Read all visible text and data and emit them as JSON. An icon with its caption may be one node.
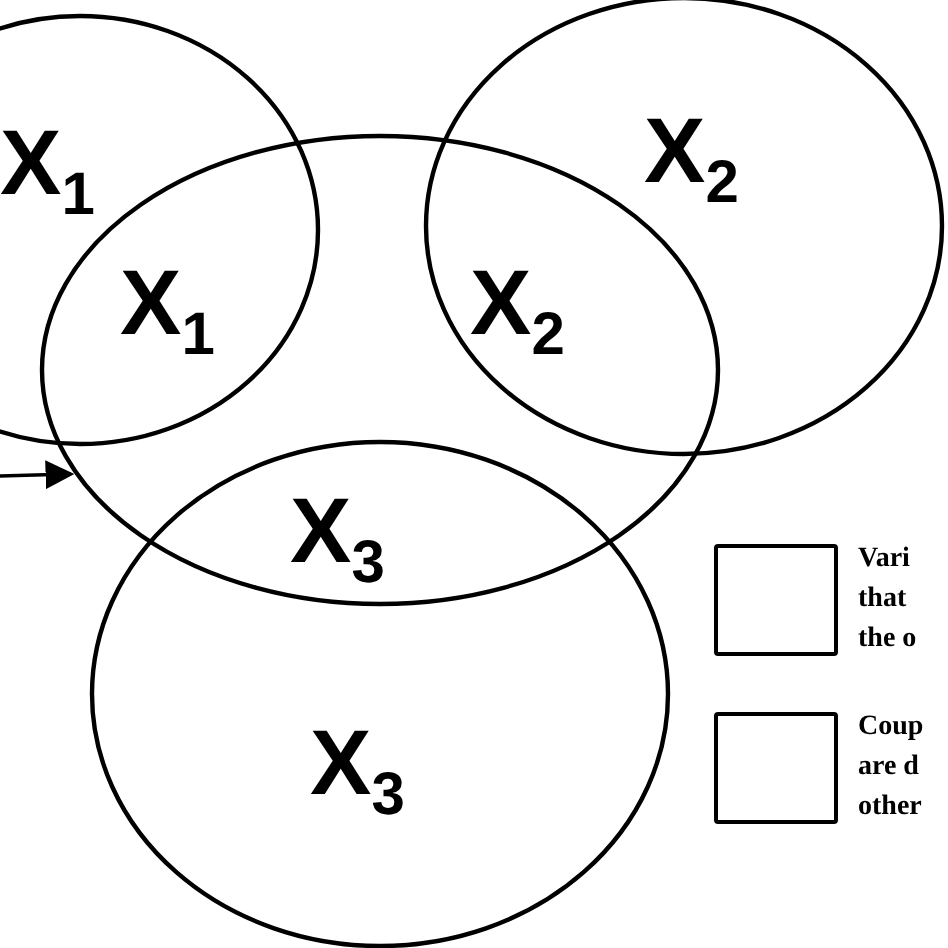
{
  "diagram": {
    "nodes": [
      {
        "text": [
          "X$_{1}$"
        ]
      },
      {
        "text": [],
        "shape": "circle"
      },
      {
        "text": [
          "X$_{2}$"
        ]
      },
      {
        "text": [
          "X$_{3}$"
        ]
      }
    ],
    "edges": [
      {
        "from": null,
        "to": 1,
        "arrow": "to"
      }
    ],
    "labels": [
      "X$_{1}$",
      "X$_{2}$",
      "X$_{3}$"
    ],
    "legend": [
      {
        "text": "Vari that the o"
      },
      {
        "text": "Coup are d other"
      }
    ]
  }
}
